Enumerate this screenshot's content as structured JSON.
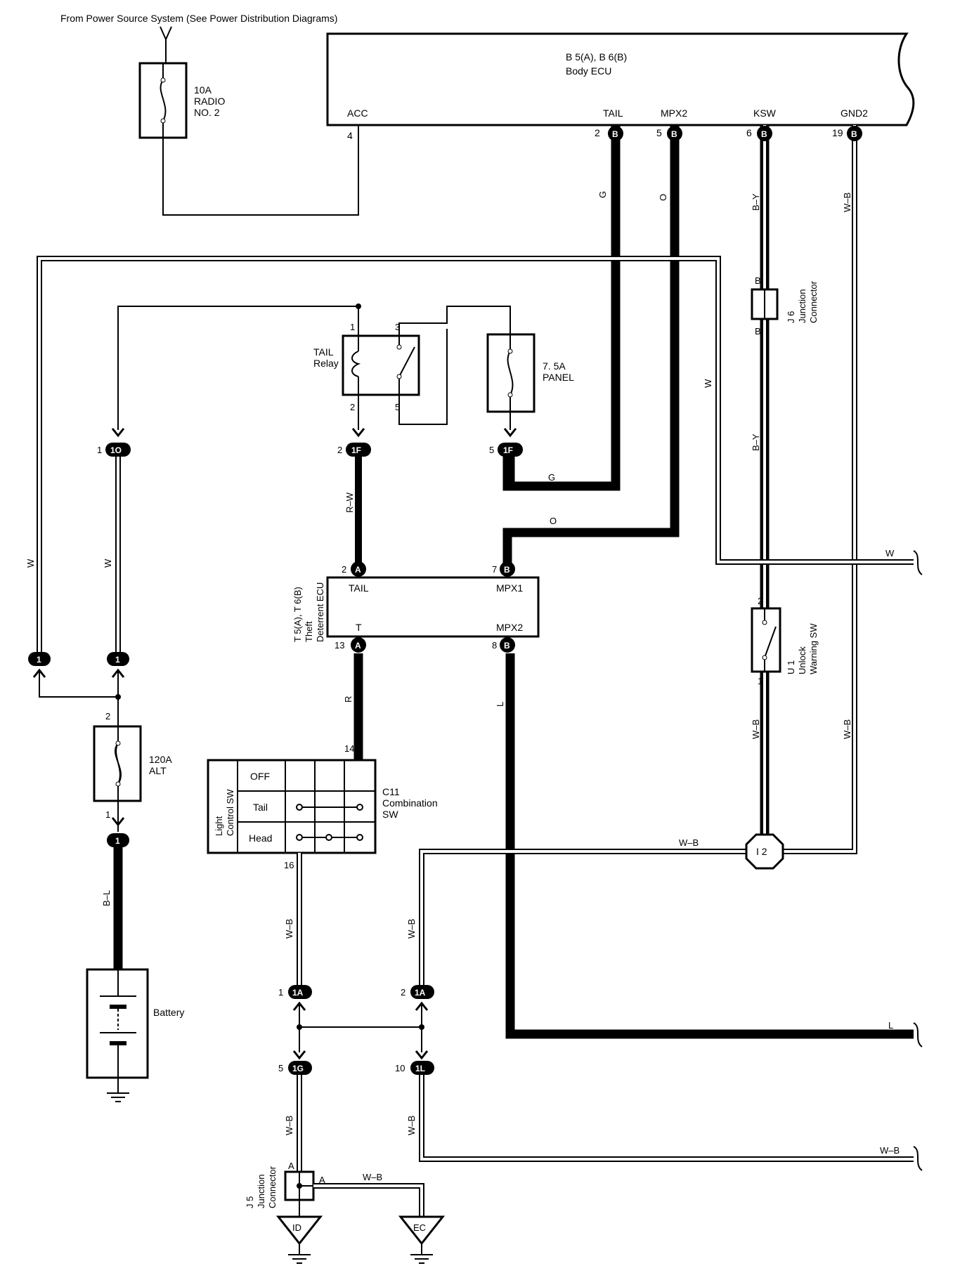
{
  "header": {
    "power_source": "From Power Source System (See Power Distribution Diagrams)"
  },
  "body_ecu": {
    "codes": "B 5(A), B 6(B)",
    "name": "Body ECU",
    "pins": {
      "acc": {
        "label": "ACC",
        "num": "4"
      },
      "tail": {
        "label": "TAIL",
        "num": "2",
        "conn": "B"
      },
      "mpx2": {
        "label": "MPX2",
        "num": "5",
        "conn": "B"
      },
      "ksw": {
        "label": "KSW",
        "num": "6",
        "conn": "B"
      },
      "gnd2": {
        "label": "GND2",
        "num": "19",
        "conn": "B"
      }
    }
  },
  "fuse_radio": {
    "line1": "10A",
    "line2": "RADIO",
    "line3": "NO. 2"
  },
  "fuse_panel": {
    "line1": "7. 5A",
    "line2": "PANEL"
  },
  "fuse_alt": {
    "line1": "120A",
    "line2": "ALT",
    "pin_top": "2",
    "pin_bottom": "1"
  },
  "battery": {
    "label": "Battery"
  },
  "tail_relay": {
    "line1": "TAIL",
    "line2": "Relay",
    "pin1": "1",
    "pin2": "2",
    "pin3": "3",
    "pin5": "5"
  },
  "j6": {
    "code": "J 6",
    "line1": "Junction",
    "line2": "Connector",
    "pin_top": "B",
    "pin_bottom": "B"
  },
  "j5": {
    "code": "J 5",
    "line1": "Junction",
    "line2": "Connector",
    "pin_left": "A",
    "pin_right": "A"
  },
  "u1": {
    "code": "U 1",
    "line1": "Unlock",
    "line2": "Warning SW",
    "pin_top": "2",
    "pin_bottom": "1"
  },
  "theft_ecu": {
    "codes": "T 5(A), T 6(B)",
    "line1": "Theft",
    "line2": "Deterrent ECU",
    "tail": {
      "label": "TAIL",
      "num": "2",
      "conn": "A"
    },
    "mpx1": {
      "label": "MPX1",
      "num": "7",
      "conn": "B"
    },
    "t": {
      "label": "T",
      "num": "13",
      "conn": "A"
    },
    "mpx2": {
      "label": "MPX2",
      "num": "8",
      "conn": "B"
    }
  },
  "combo_sw": {
    "code": "C11",
    "line1": "Combination",
    "line2": "SW",
    "side1": "Light",
    "side2": "Control SW",
    "rows": [
      "OFF",
      "Tail",
      "Head"
    ],
    "pin_top": "14",
    "pin_bottom": "16"
  },
  "junctions": {
    "j1O": {
      "num": "1",
      "label": "1O"
    },
    "j1F_2": {
      "num": "2",
      "label": "1F"
    },
    "j1F_5": {
      "num": "5",
      "label": "1F"
    },
    "j1_left": {
      "label": "1"
    },
    "j1_right": {
      "label": "1"
    },
    "j1_alt": {
      "label": "1"
    },
    "j1A_1": {
      "num": "1",
      "label": "1A"
    },
    "j1A_2": {
      "num": "2",
      "label": "1A"
    },
    "j1G_5": {
      "num": "5",
      "label": "1G"
    },
    "j1L_10": {
      "num": "10",
      "label": "1L"
    },
    "i2": {
      "label": "I 2"
    }
  },
  "grounds": {
    "id": "ID",
    "ec": "EC"
  },
  "wires": {
    "g": "G",
    "o": "O",
    "by": "B–Y",
    "wb": "W–B",
    "w": "W",
    "rw": "R–W",
    "r": "R",
    "l": "L",
    "bl": "B–L"
  }
}
